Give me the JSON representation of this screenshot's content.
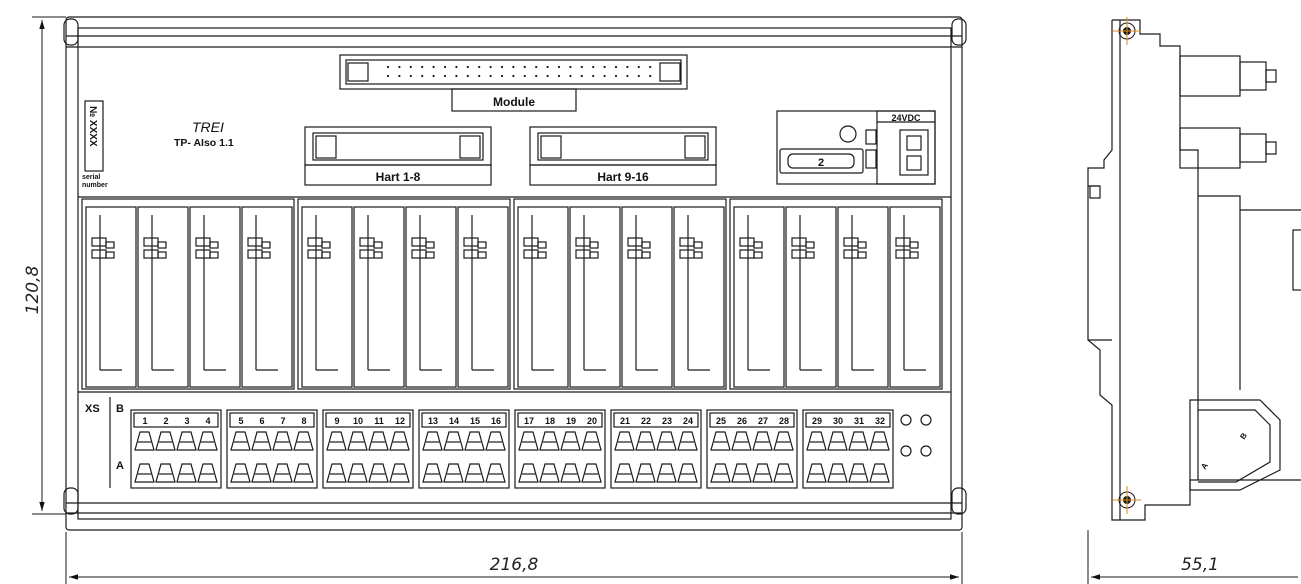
{
  "front_view": {
    "brand": "TREI",
    "model": "TP- AIso 1.1",
    "serial_box": "№ XXXX",
    "serial_caption_line1": "serial",
    "serial_caption_line2": "number",
    "module_label": "Module",
    "hart_left_label": "Hart 1-8",
    "hart_right_label": "Hart 9-16",
    "power_label": "24VDC",
    "fuse_label": "2",
    "terminal_block_label": "XS",
    "row_b_label": "B",
    "row_a_label": "A",
    "terminal_numbers": [
      "1",
      "2",
      "3",
      "4",
      "5",
      "6",
      "7",
      "8",
      "9",
      "10",
      "11",
      "12",
      "13",
      "14",
      "15",
      "16",
      "17",
      "18",
      "19",
      "20",
      "21",
      "22",
      "23",
      "24",
      "25",
      "26",
      "27",
      "28",
      "29",
      "30",
      "31",
      "32"
    ]
  },
  "side_view": {
    "marker_a": "A",
    "marker_b": "B"
  },
  "dimensions": {
    "height": "120,8",
    "width": "216,8",
    "depth": "55,1"
  },
  "colors": {
    "line": "#1a1a1a",
    "crosshair": "#e08a1e"
  }
}
